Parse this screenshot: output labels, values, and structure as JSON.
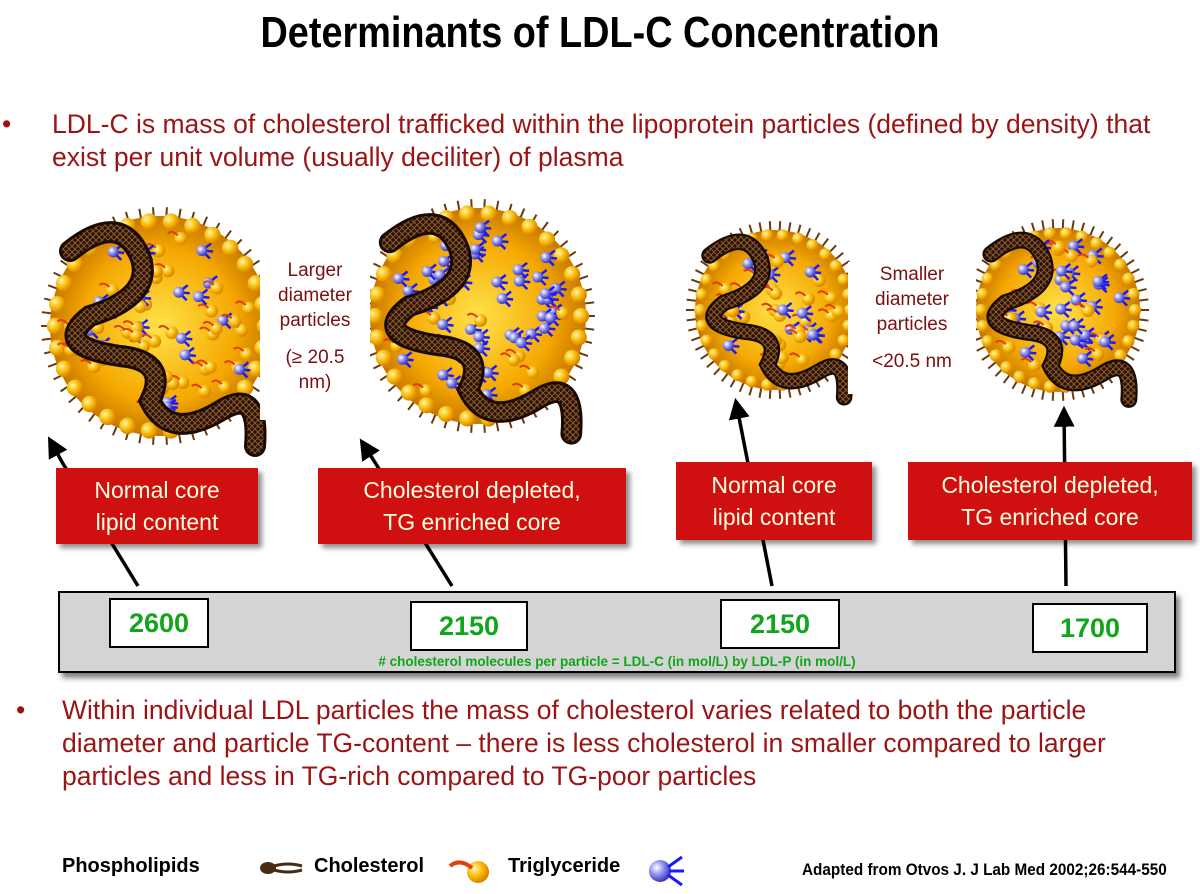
{
  "title": "Determinants of LDL-C Concentration",
  "bullets": {
    "marker": "•",
    "top": "LDL-C is mass of cholesterol trafficked within the lipoprotein particles (defined by density) that exist per unit volume (usually deciliter) of plasma",
    "bottom": "Within individual LDL particles the mass of cholesterol varies related to both the particle diameter and particle TG-content – there is less cholesterol in smaller compared to larger particles and less in TG-rich compared to TG-poor particles"
  },
  "callouts": {
    "larger": {
      "line1": "Larger",
      "line2": "diameter",
      "line3": "particles",
      "line4": "(≥ 20.5",
      "line5": "nm)"
    },
    "smaller": {
      "line1": "Smaller",
      "line2": "diameter",
      "line3": "particles",
      "line4": "<20.5 nm"
    }
  },
  "cores": [
    {
      "line1": "Normal core",
      "line2": "lipid content"
    },
    {
      "line1": "Cholesterol depleted,",
      "line2": "TG enriched core"
    },
    {
      "line1": "Normal core",
      "line2": "lipid content"
    },
    {
      "line1": "Cholesterol depleted,",
      "line2": "TG enriched core"
    }
  ],
  "counts": [
    "2600",
    "2150",
    "2150",
    "1700"
  ],
  "formula": "# cholesterol molecules per particle =  LDL-C (in mol/L) by LDL-P (in mol/L)",
  "legend": {
    "phospholipids": "Phospholipids",
    "cholesterol": "Cholesterol",
    "triglyceride": "Triglyceride"
  },
  "source": "Adapted from Otvos J. J Lab Med 2002;26:544-550",
  "colors": {
    "red_box": "#d01010",
    "bullet_text": "#9a1414",
    "count_green": "#11a51b",
    "panel_gray": "#d4d4d4",
    "triglyceride": "#1a1aff",
    "cholesterol": "#f5a800"
  }
}
